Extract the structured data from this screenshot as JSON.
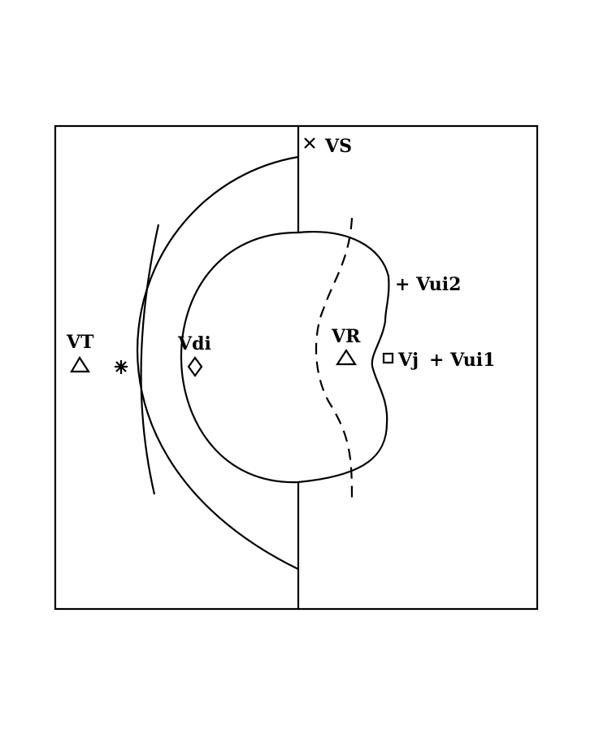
{
  "diagram": {
    "labels": {
      "vs": "VS",
      "vt": "VT",
      "vdi": "Vdi",
      "vr": "VR",
      "vj": "Vj",
      "vui1": "+ Vui1",
      "vui2": "+ Vui2"
    },
    "markers": {
      "vs": "cross-marker",
      "vt": "triangle-marker",
      "star": "asterisk-marker",
      "vdi": "diamond-marker",
      "vr": "triangle-marker",
      "vj": "square-marker"
    },
    "colors": {
      "line": "#000000",
      "background": "#ffffff"
    }
  }
}
